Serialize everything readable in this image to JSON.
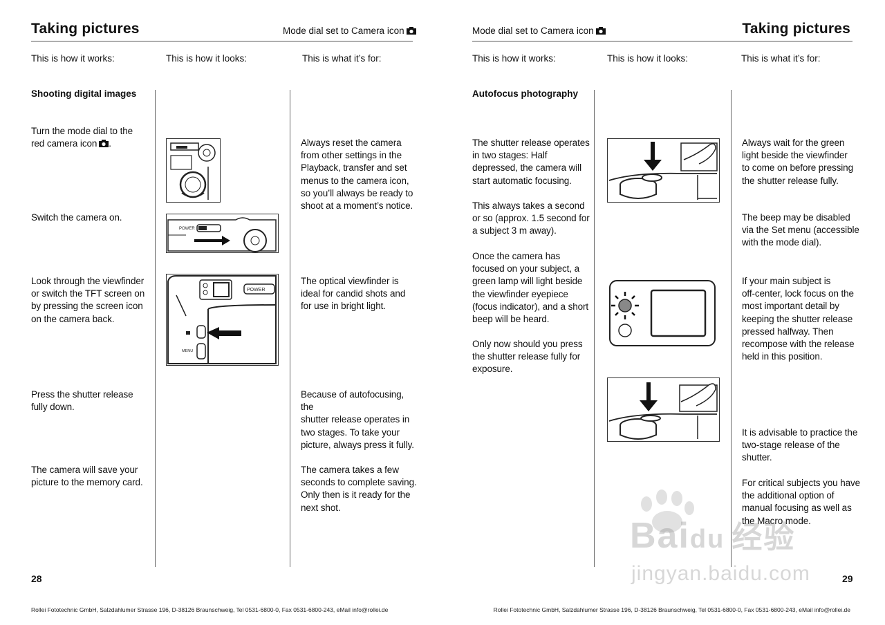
{
  "left_page": {
    "title": "Taking pictures",
    "mode_label": "Mode dial set to Camera icon",
    "col_headers": [
      "This is how it works:",
      "This is how it looks:",
      "This is what it’s for:"
    ],
    "section": "Shooting digital images",
    "steps": [
      "Turn the mode dial to the\nred camera icon",
      "Switch the camera on.",
      "Look through the viewfinder\nor switch the TFT screen on\nby pressing the screen icon\non the camera back.",
      "Press the shutter release\nfully down.",
      "The camera will save your\npicture to the memory card."
    ],
    "steps_suffix": ".",
    "notes": [
      "Always reset the camera\nfrom other settings in the\nPlayback, transfer and set\nmenus to the camera icon,\nso you’ll always be ready to\nshoot at a moment’s notice.",
      "The optical viewfinder is\nideal for candid shots and\nfor use in bright light.",
      "Because of autofocusing, the\nshutter release operates in\ntwo stages. To take your\npicture, always press it fully.",
      "The camera takes a few\nseconds to complete saving.\nOnly then is it ready for the\nnext shot."
    ],
    "illustration_labels": {
      "power": "POWER",
      "menu": "MENU"
    },
    "page_number": "28",
    "footer": "Rollei Fototechnic GmbH, Salzdahlumer Strasse 196, D-38126 Braunschweig, Tel 0531-6800-0, Fax 0531-6800-243, eMail info@rollei.de"
  },
  "right_page": {
    "title": "Taking pictures",
    "mode_label": "Mode dial set to Camera icon",
    "col_headers": [
      "This is how it works:",
      "This is how it looks:",
      "This is what it’s for:"
    ],
    "section": "Autofocus photography",
    "body": [
      "The shutter release operates\nin two stages: Half\ndepressed, the camera will\nstart automatic focusing.",
      "This always takes a second\nor so (approx. 1.5 second for\na subject 3 m away).",
      "Once the camera has\nfocused on your subject, a\ngreen lamp will light beside\nthe viewfinder eyepiece\n(focus indicator), and a short\nbeep will be heard.",
      "Only now should you press\nthe shutter release fully for\nexposure."
    ],
    "notes": [
      "Always wait for the green\nlight beside the viewfinder\nto come on before pressing\nthe shutter release fully.",
      "The beep may be disabled\nvia the Set menu (accessible\nwith the mode dial).",
      "If your main subject is\noff-center, lock focus on the\nmost important detail by\nkeeping the shutter release\npressed halfway. Then\nrecompose with the release\nheld in this position.",
      "It is advisable to practice the\ntwo-stage release of the\nshutter.",
      "For critical subjects you have\nthe additional option of\nmanual focusing as well as\nthe Macro mode."
    ],
    "page_number": "29",
    "footer": "Rollei Fototechnic GmbH, Salzdahlumer Strasse 196, D-38126 Braunschweig, Tel 0531-6800-0, Fax 0531-6800-243, eMail info@rollei.de"
  },
  "watermark": {
    "brand": "Bai",
    "brand_accent": "du",
    "cn": "经验",
    "url": "jingyan.baidu.com"
  },
  "icons": {
    "camera": "camera-icon"
  }
}
